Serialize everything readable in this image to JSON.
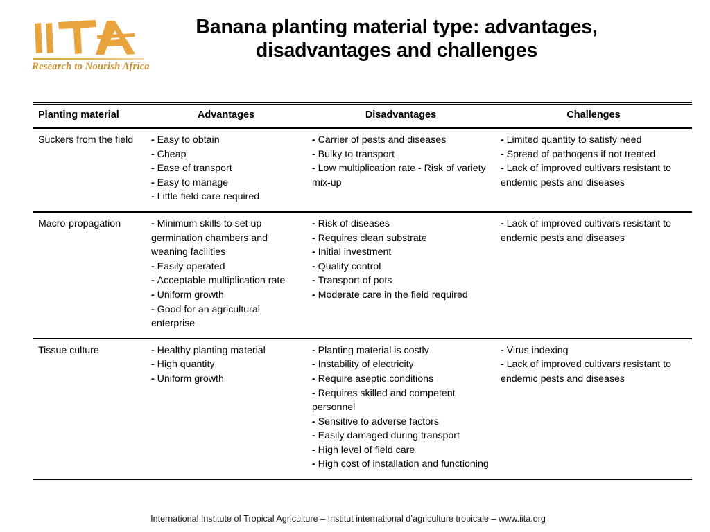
{
  "slide": {
    "title": "Banana planting material type: advantages, disadvantages and challenges",
    "title_line1": "Banana planting material type: advantages,",
    "title_line2": "disadvantages and challenges",
    "footer": "International Institute of Tropical Agriculture – Institut international d’agriculture tropicale – www.iita.org"
  },
  "logo": {
    "acronym": "IITA",
    "tagline": "Research to Nourish Africa",
    "color": "#E8A33D",
    "tagline_color": "#C8912F"
  },
  "table": {
    "headers": [
      "Planting material",
      "Advantages",
      "Disadvantages",
      "Challenges"
    ],
    "rows": [
      {
        "material": "Suckers from the field",
        "advantages": [
          "Easy to obtain",
          "Cheap",
          "Ease of transport",
          "Easy to manage",
          "Little field care required"
        ],
        "disadvantages": [
          "Carrier of pests and diseases",
          "Bulky to transport",
          "Low multiplication rate   - Risk of variety mix-up"
        ],
        "challenges": [
          "Limited quantity to satisfy need",
          "Spread of pathogens if not treated",
          "Lack of improved cultivars resistant to endemic pests and diseases"
        ]
      },
      {
        "material": "Macro-propagation",
        "advantages": [
          "Minimum skills to set up germination chambers and weaning facilities",
          "Easily operated",
          "Acceptable multiplication rate",
          "Uniform growth",
          "Good for an agricultural enterprise"
        ],
        "disadvantages": [
          "Risk of diseases",
          "Requires clean substrate",
          "Initial investment",
          "Quality control",
          "Transport of pots",
          "Moderate care in the field required"
        ],
        "challenges": [
          "Lack of improved cultivars resistant to endemic pests and diseases"
        ]
      },
      {
        "material": "Tissue culture",
        "advantages": [
          "Healthy planting material",
          "High quantity",
          "Uniform growth"
        ],
        "disadvantages": [
          "Planting material is costly",
          "Instability of electricity",
          "Require aseptic conditions",
          "Requires skilled and competent personnel",
          "Sensitive to adverse factors",
          "Easily damaged during transport",
          "High level of field care",
          "High cost of installation and functioning"
        ],
        "challenges": [
          "Virus indexing",
          "Lack of improved cultivars resistant to endemic pests and diseases"
        ]
      }
    ]
  }
}
